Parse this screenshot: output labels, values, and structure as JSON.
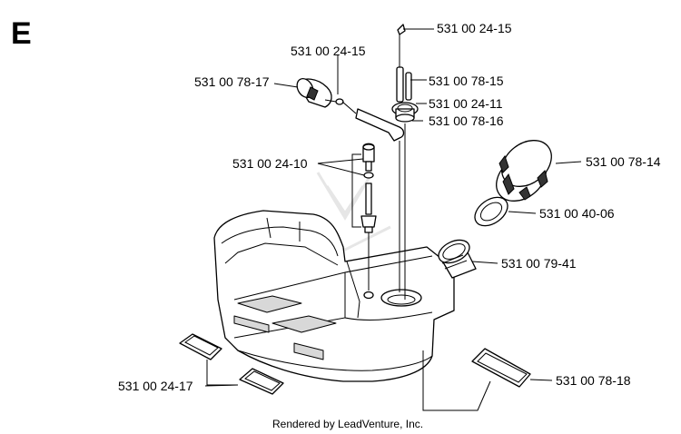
{
  "section_letter": "E",
  "credit": "Rendered by LeadVenture, Inc.",
  "callouts": [
    {
      "id": "c1",
      "part": "531 00 24-15"
    },
    {
      "id": "c2",
      "part": "531 00 24-15"
    },
    {
      "id": "c3",
      "part": "531 00 78-15"
    },
    {
      "id": "c4",
      "part": "531 00 78-17"
    },
    {
      "id": "c5",
      "part": "531 00 24-11"
    },
    {
      "id": "c6",
      "part": "531 00 78-16"
    },
    {
      "id": "c7",
      "part": "531 00 24-10"
    },
    {
      "id": "c8",
      "part": "531 00 78-14"
    },
    {
      "id": "c9",
      "part": "531 00 40-06"
    },
    {
      "id": "c10",
      "part": "531 00 79-41"
    },
    {
      "id": "c11",
      "part": "531 00 24-17"
    },
    {
      "id": "c12",
      "part": "531 00 78-18"
    }
  ]
}
